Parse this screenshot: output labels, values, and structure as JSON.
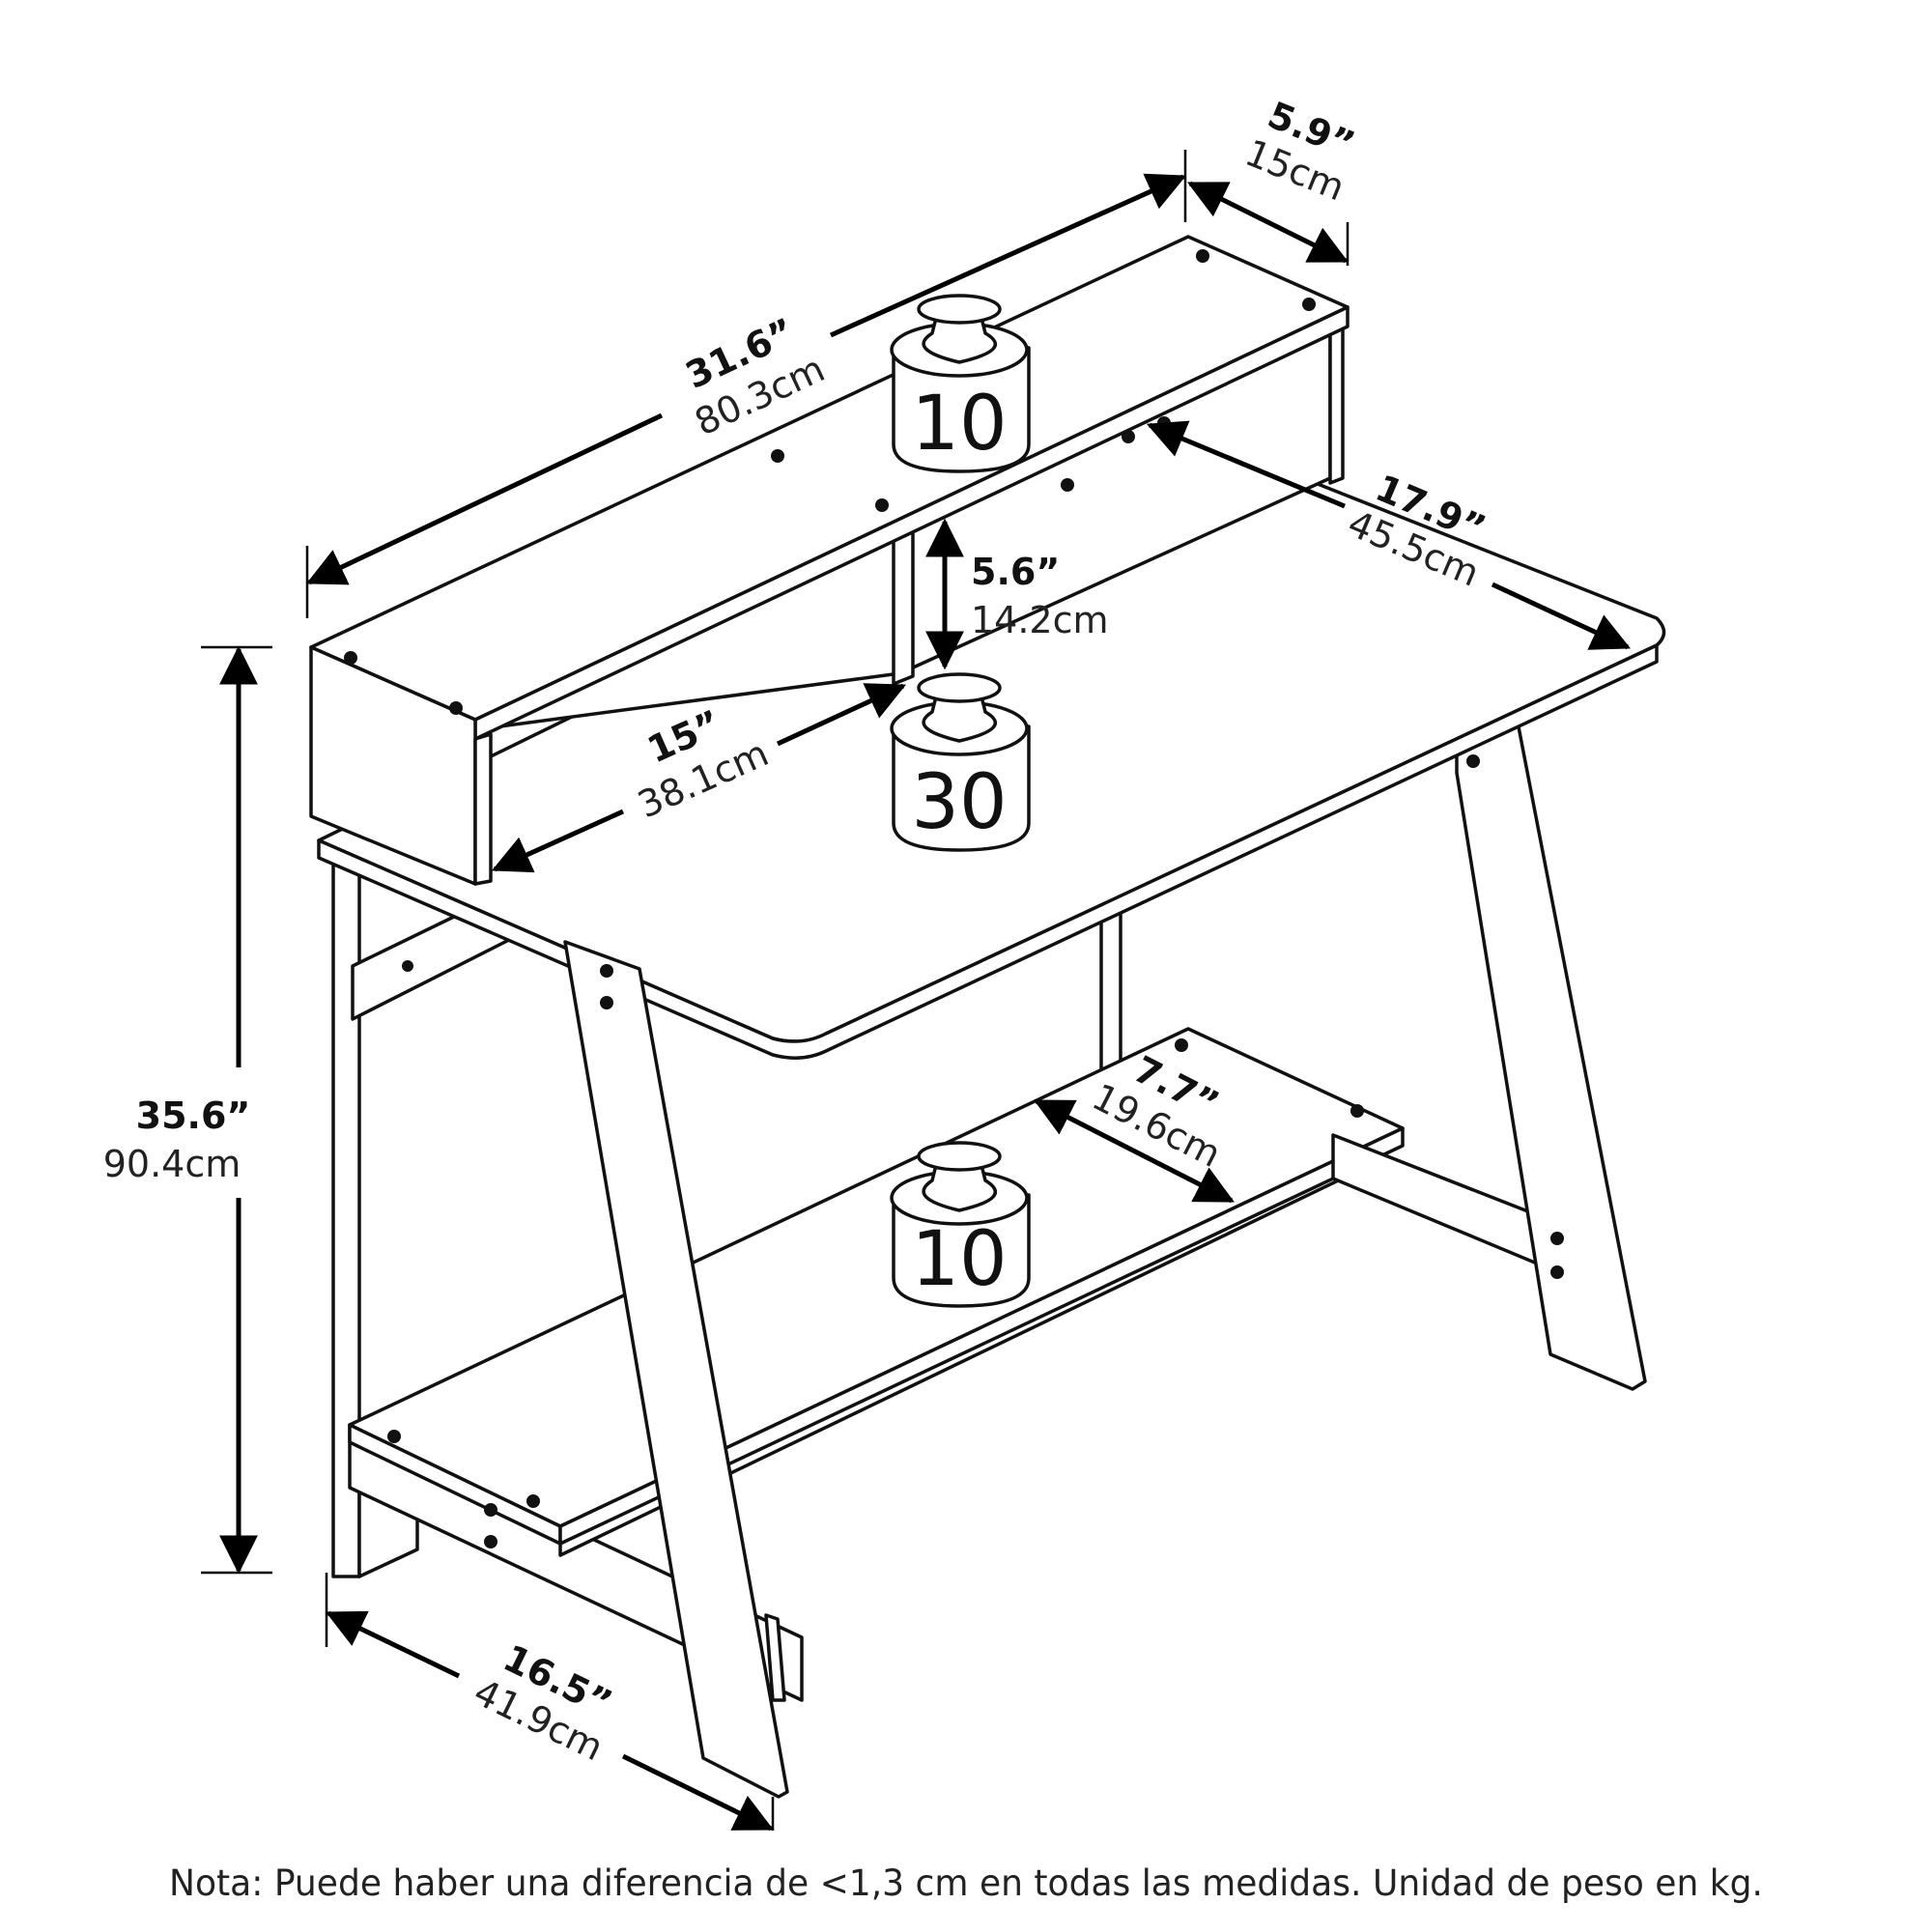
{
  "dimensions": {
    "hutch_width": {
      "in": "31.6”",
      "cm": "80.3cm"
    },
    "hutch_depth": {
      "in": "5.9”",
      "cm": "15cm"
    },
    "desk_depth": {
      "in": "17.9”",
      "cm": "45.5cm"
    },
    "hutch_height": {
      "in": "5.6”",
      "cm": "14.2cm"
    },
    "hutch_opening": {
      "in": "15”",
      "cm": "38.1cm"
    },
    "total_height": {
      "in": "35.6”",
      "cm": "90.4cm"
    },
    "bottom_shelf_depth": {
      "in": "7.7”",
      "cm": "19.6cm"
    },
    "base_depth": {
      "in": "16.5”",
      "cm": "41.9cm"
    }
  },
  "weights": {
    "hutch_top": "10",
    "desktop": "30",
    "bottom_shelf": "10"
  },
  "footer": {
    "note": "Nota: Puede haber una diferencia de <1,3 cm en todas las medidas. Unidad de peso en kg."
  }
}
